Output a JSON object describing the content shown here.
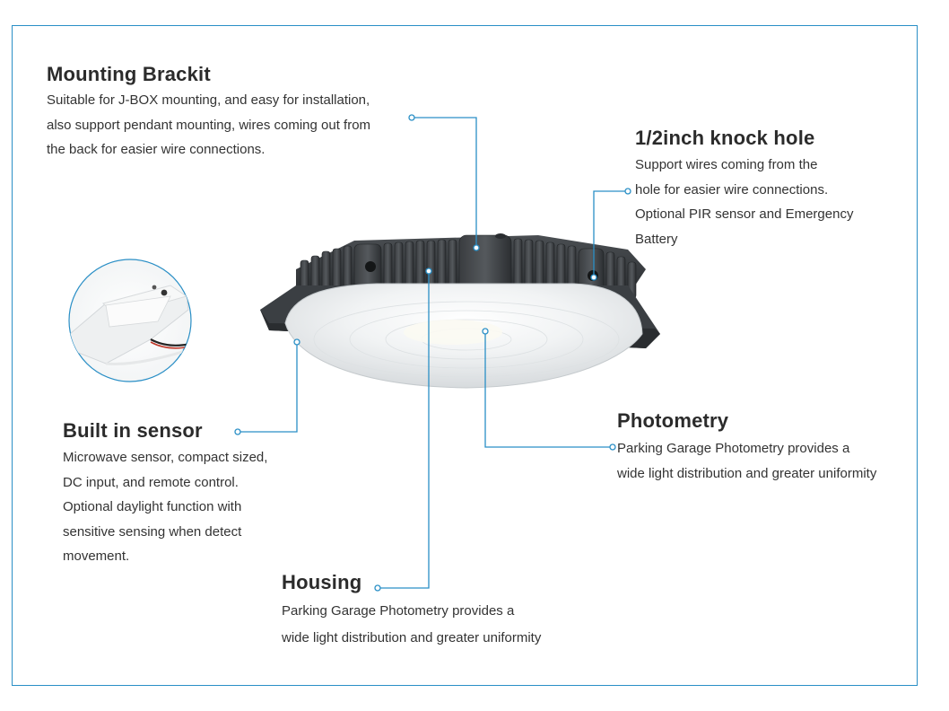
{
  "accent_color": "#2a8fc6",
  "callouts": {
    "mounting": {
      "title": "Mounting Brackit",
      "lines": [
        "Suitable for J-BOX mounting, and easy for installation,",
        "also support pendant mounting, wires coming out from",
        "the back for easier wire connections."
      ]
    },
    "knock_hole": {
      "title": "1/2inch knock hole",
      "lines": [
        "Support wires coming from the",
        "hole for easier wire connections.",
        "Optional PIR sensor and Emergency",
        "Battery"
      ]
    },
    "sensor": {
      "title": "Built in sensor",
      "lines": [
        "Microwave sensor, compact sized,",
        "DC input, and remote control.",
        "Optional daylight function with",
        "sensitive sensing when detect",
        "movement."
      ]
    },
    "photometry": {
      "title": "Photometry",
      "lines": [
        "Parking Garage Photometry provides a",
        "wide light distribution and greater uniformity"
      ]
    },
    "housing": {
      "title": "Housing",
      "lines": [
        "Parking Garage Photometry provides a",
        "wide light distribution and greater uniformity"
      ]
    }
  }
}
